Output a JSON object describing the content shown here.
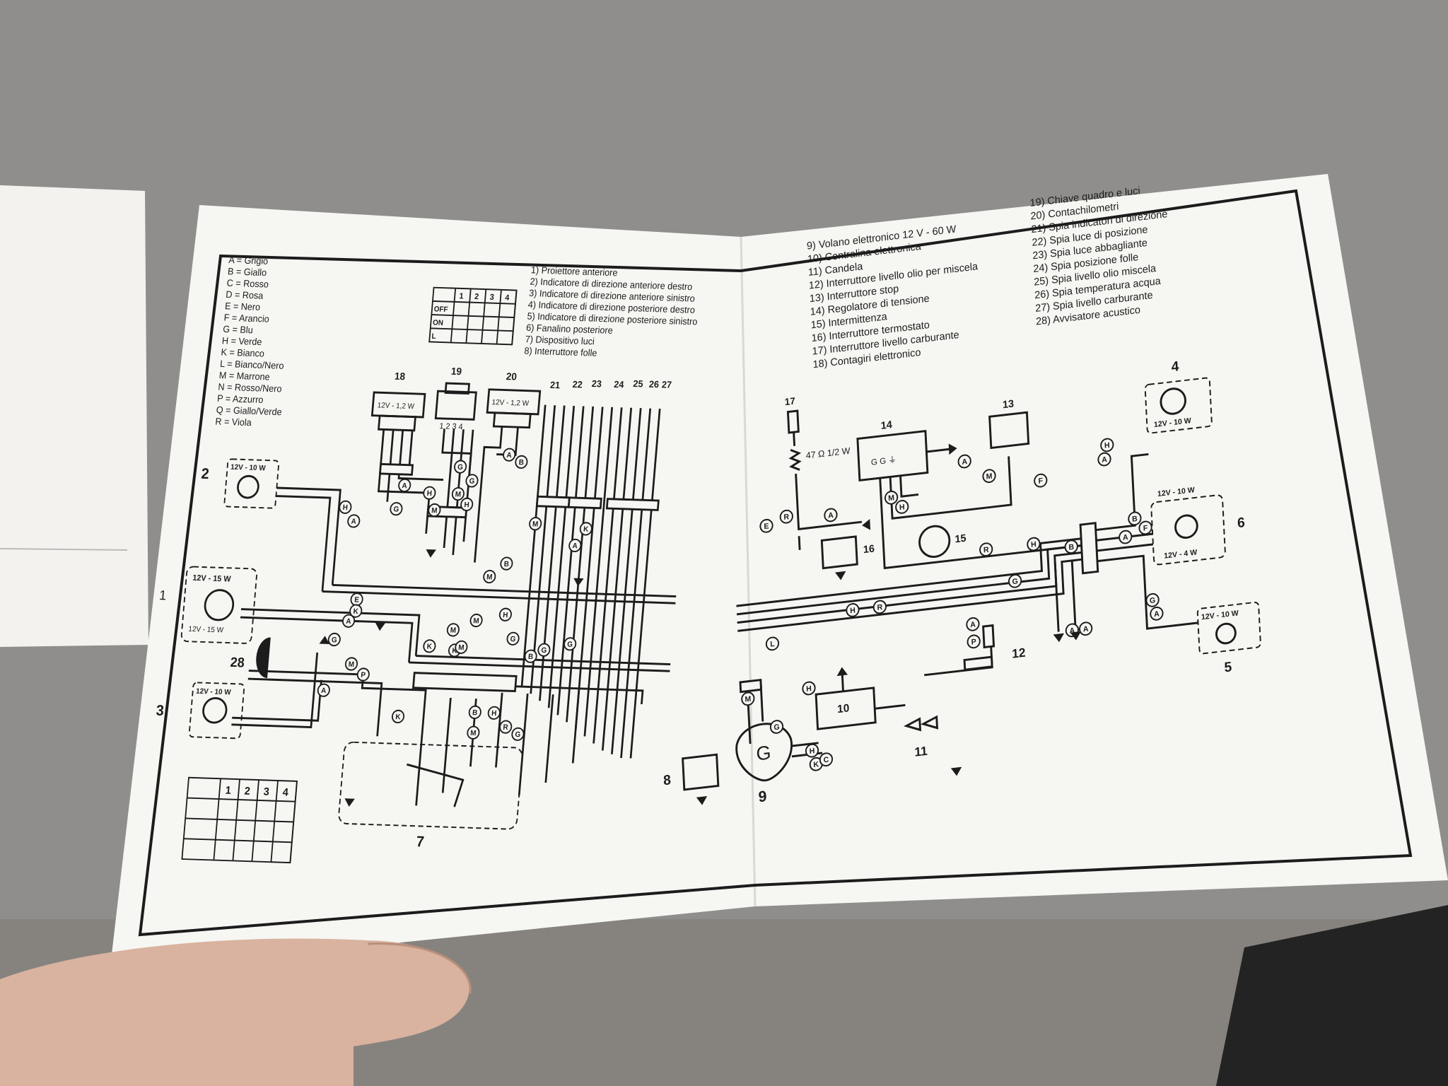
{
  "colors": {
    "paper": "#f6f6f3",
    "ink": "#1c1c1c",
    "background": "#8f8e8c",
    "left_page": "#f3f2ee"
  },
  "legend_colors": [
    {
      "code": "A",
      "name": "Grigio"
    },
    {
      "code": "B",
      "name": "Giallo"
    },
    {
      "code": "C",
      "name": "Rosso"
    },
    {
      "code": "D",
      "name": "Rosa"
    },
    {
      "code": "E",
      "name": "Nero"
    },
    {
      "code": "F",
      "name": "Arancio"
    },
    {
      "code": "G",
      "name": "Blu"
    },
    {
      "code": "H",
      "name": "Verde"
    },
    {
      "code": "K",
      "name": "Bianco"
    },
    {
      "code": "L",
      "name": "Bianco/Nero"
    },
    {
      "code": "M",
      "name": "Marrone"
    },
    {
      "code": "N",
      "name": "Rosso/Nero"
    },
    {
      "code": "P",
      "name": "Azzurro"
    },
    {
      "code": "Q",
      "name": "Giallo/Verde"
    },
    {
      "code": "R",
      "name": "Viola"
    }
  ],
  "components_col1": [
    "1) Proiettore anteriore",
    "2) Indicatore di direzione anteriore destro",
    "3) Indicatore di direzione anteriore sinistro",
    "4) Indicatore di direzione posteriore destro",
    "5) Indicatore di direzione posteriore sinistro",
    "6) Fanalino posteriore",
    "7) Dispositivo luci",
    "8) Interruttore folle"
  ],
  "components_col2": [
    "9) Volano elettronico 12 V - 60 W",
    "10) Centralina elettronica",
    "11) Candela",
    "12) Interruttore livello olio per miscela",
    "13) Interruttore stop",
    "14) Regolatore di tensione",
    "15) Intermittenza",
    "16) Interruttore termostato",
    "17) Interruttore livello carburante",
    "18) Contagiri elettronico"
  ],
  "components_col3": [
    "19) Chiave quadro e luci",
    "20) Contachilometri",
    "21) Spia indicatori di direzione",
    "22) Spia luce di posizione",
    "23) Spia luce abbagliante",
    "24) Spia posizione folle",
    "25) Spia livello olio miscela",
    "26) Spia temperatura acqua",
    "27) Spia livello carburante",
    "28) Avvisatore acustico"
  ],
  "key_switch_table": {
    "cols": [
      "1",
      "2",
      "3",
      "4"
    ],
    "rows": [
      "OFF",
      "ON",
      "L"
    ]
  },
  "light_switch_table": {
    "cols": [
      "1",
      "2",
      "3",
      "4"
    ]
  },
  "bulb_labels": {
    "b1": "12V - 15 W",
    "b1b": "12V - 15 W",
    "b2": "12V - 10 W",
    "b3": "12V - 10 W",
    "b4": "12V - 10 W",
    "b5": "12V - 10 W",
    "b6a": "12V - 10 W",
    "b6b": "12V - 4 W",
    "g18": "12V - 1,2 W",
    "g20": "12V - 1,2 W"
  },
  "resistor_label": "47 Ω 1/2 W",
  "generator_symbol": "G",
  "part_numbers": [
    "1",
    "2",
    "3",
    "4",
    "5",
    "6",
    "7",
    "8",
    "9",
    "10",
    "11",
    "12",
    "13",
    "14",
    "15",
    "16",
    "17",
    "18",
    "19",
    "20",
    "21",
    "22",
    "23",
    "24",
    "25",
    "26",
    "27",
    "28"
  ],
  "wire_letters": [
    "A",
    "B",
    "E",
    "F",
    "G",
    "H",
    "K",
    "L",
    "M",
    "P",
    "R",
    "C"
  ]
}
